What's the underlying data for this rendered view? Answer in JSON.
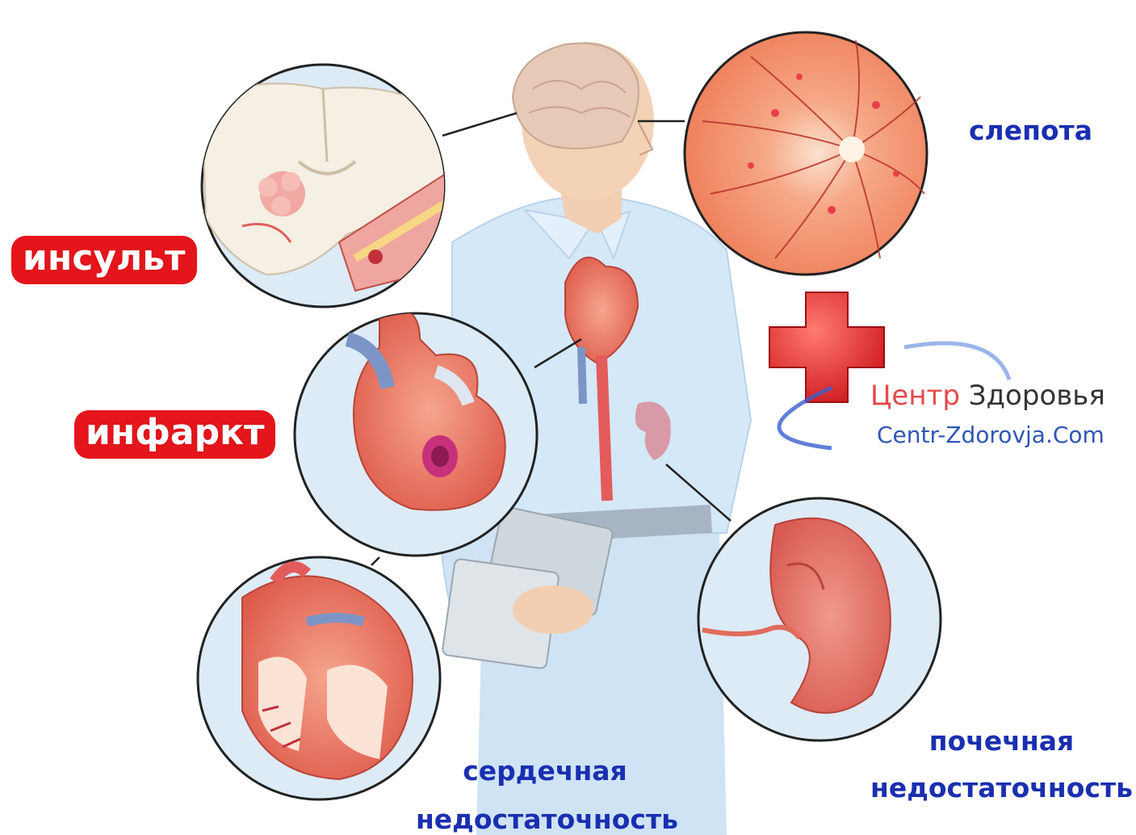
{
  "labels": {
    "stroke": "инсульт",
    "infarction": "инфаркт",
    "blindness": "слепота",
    "heart_failure_line1": "сердечная",
    "heart_failure_line2": "недостаточность",
    "kidney_failure_line1": "почечная",
    "kidney_failure_line2": "недостаточность"
  },
  "brand": {
    "name_part1": "Центр",
    "name_part2": "Здоровья",
    "website": "Centr-Zdorovja.Com"
  },
  "colors": {
    "badge_red": "#e4151b",
    "label_blue": "#1a2fb0",
    "brand_red": "#e34a4a",
    "brand_dark": "#333333",
    "brand_blue": "#2f56b3",
    "circle_fill": "#dcebf6",
    "circle_stroke": "#222222",
    "shirt": "#d2e6f7",
    "skin": "#f2cfb2"
  }
}
